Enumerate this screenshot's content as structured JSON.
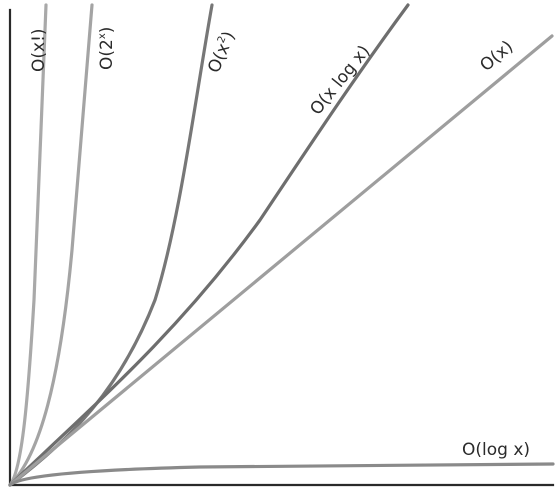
{
  "chart_data": {
    "type": "line",
    "title": "",
    "xlabel": "",
    "ylabel": "",
    "grid": false,
    "axis_ticks": false,
    "series": [
      {
        "name": "O(x!)",
        "label_parts": [
          "O(x!)"
        ],
        "color": "#a9a9a9",
        "shape": "factorial"
      },
      {
        "name": "O(2^x)",
        "label_parts": [
          "O(2",
          "x",
          ")"
        ],
        "color": "#a4a4a4",
        "shape": "exponential"
      },
      {
        "name": "O(x^2)",
        "label_parts": [
          "O(x",
          "2",
          ")"
        ],
        "color": "#777777",
        "shape": "quadratic"
      },
      {
        "name": "O(x log x)",
        "label_parts": [
          "O(x log x)"
        ],
        "color": "#6e6e6e",
        "shape": "linearithmic"
      },
      {
        "name": "O(x)",
        "label_parts": [
          "O(x)"
        ],
        "color": "#9e9e9e",
        "shape": "linear"
      },
      {
        "name": "O(log x)",
        "label_parts": [
          "O(log x)"
        ],
        "color": "#8a8a8a",
        "shape": "logarithmic"
      }
    ]
  }
}
